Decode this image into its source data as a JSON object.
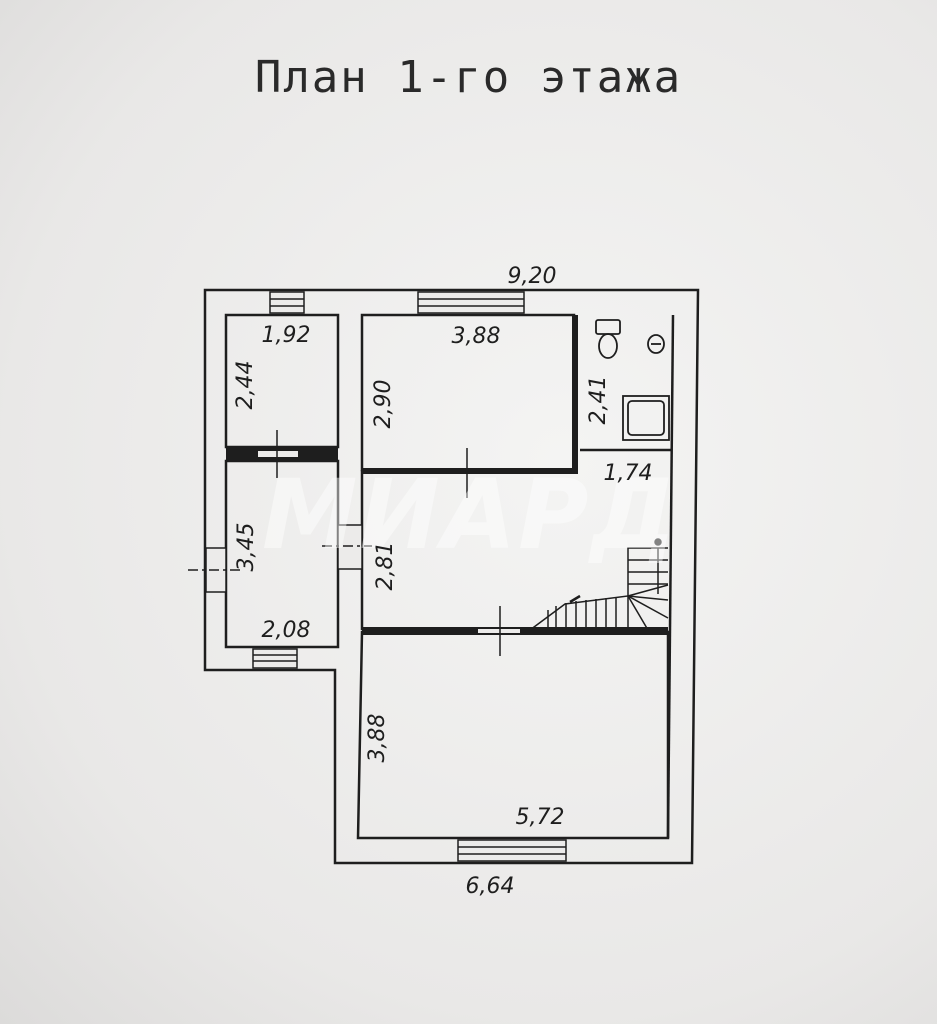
{
  "title": "План 1-го этажа",
  "watermark": "МИАРД",
  "dimensions": {
    "overall_width": "9,20",
    "bottom_width": "6,64",
    "room_small_top_width": "1,92",
    "room_small_top_depth": "2,44",
    "room_left_depth": "3,45",
    "room_left_width": "2,08",
    "room_top_width": "3,88",
    "room_top_depth": "2,90",
    "bath_depth": "2,41",
    "bath_width": "1,74",
    "hall_depth": "2,81",
    "room_large_depth": "3,88",
    "room_large_width": "5,72"
  },
  "colors": {
    "ink": "#1e1e1e",
    "paper": "#ecebea"
  }
}
